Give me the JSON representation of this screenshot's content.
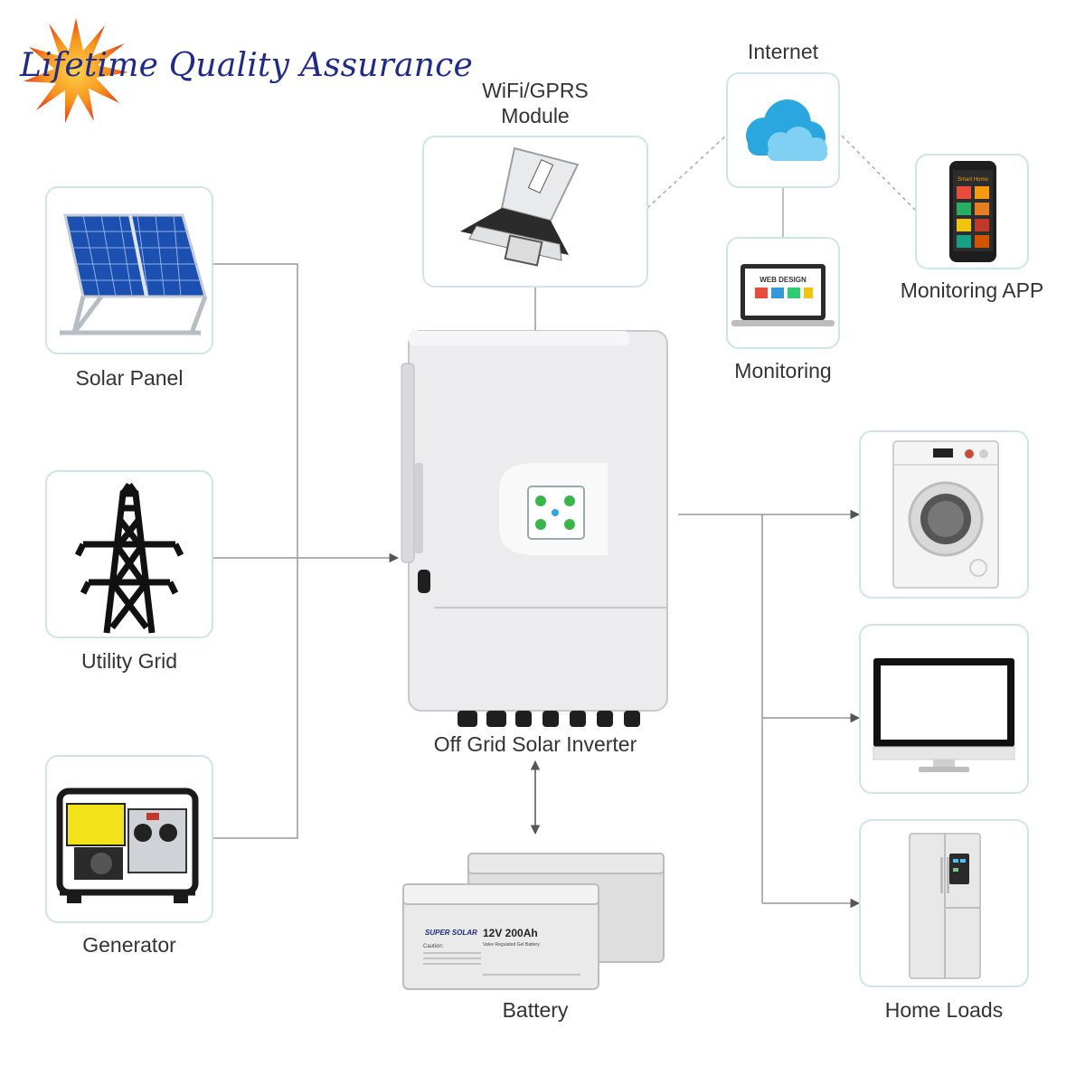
{
  "badge": {
    "text": "Lifetime Quality Assurance",
    "star_color": "#f27a1a"
  },
  "colors": {
    "card_border": "#cfe6e6",
    "line": "#888888",
    "badge_text": "#1f2a8a"
  },
  "inputs": {
    "solar_panel": "Solar Panel",
    "utility_grid": "Utility Grid",
    "generator": "Generator"
  },
  "comms": {
    "wifi_module": "WiFi/GPRS\nModule",
    "internet": "Internet",
    "monitoring": "Monitoring",
    "monitoring_app": "Monitoring APP",
    "laptop_screen_text": "WEB DESIGN",
    "phone_screen_text": "Smart Home"
  },
  "center": {
    "inverter": "Off Grid Solar Inverter",
    "battery": "Battery",
    "battery_brand": "SUPER SOLAR",
    "battery_rating": "12V 200Ah",
    "battery_type": "Valve Regulated Gel Battery",
    "battery_caution": "Caution:"
  },
  "outputs": {
    "home_loads": "Home Loads"
  }
}
